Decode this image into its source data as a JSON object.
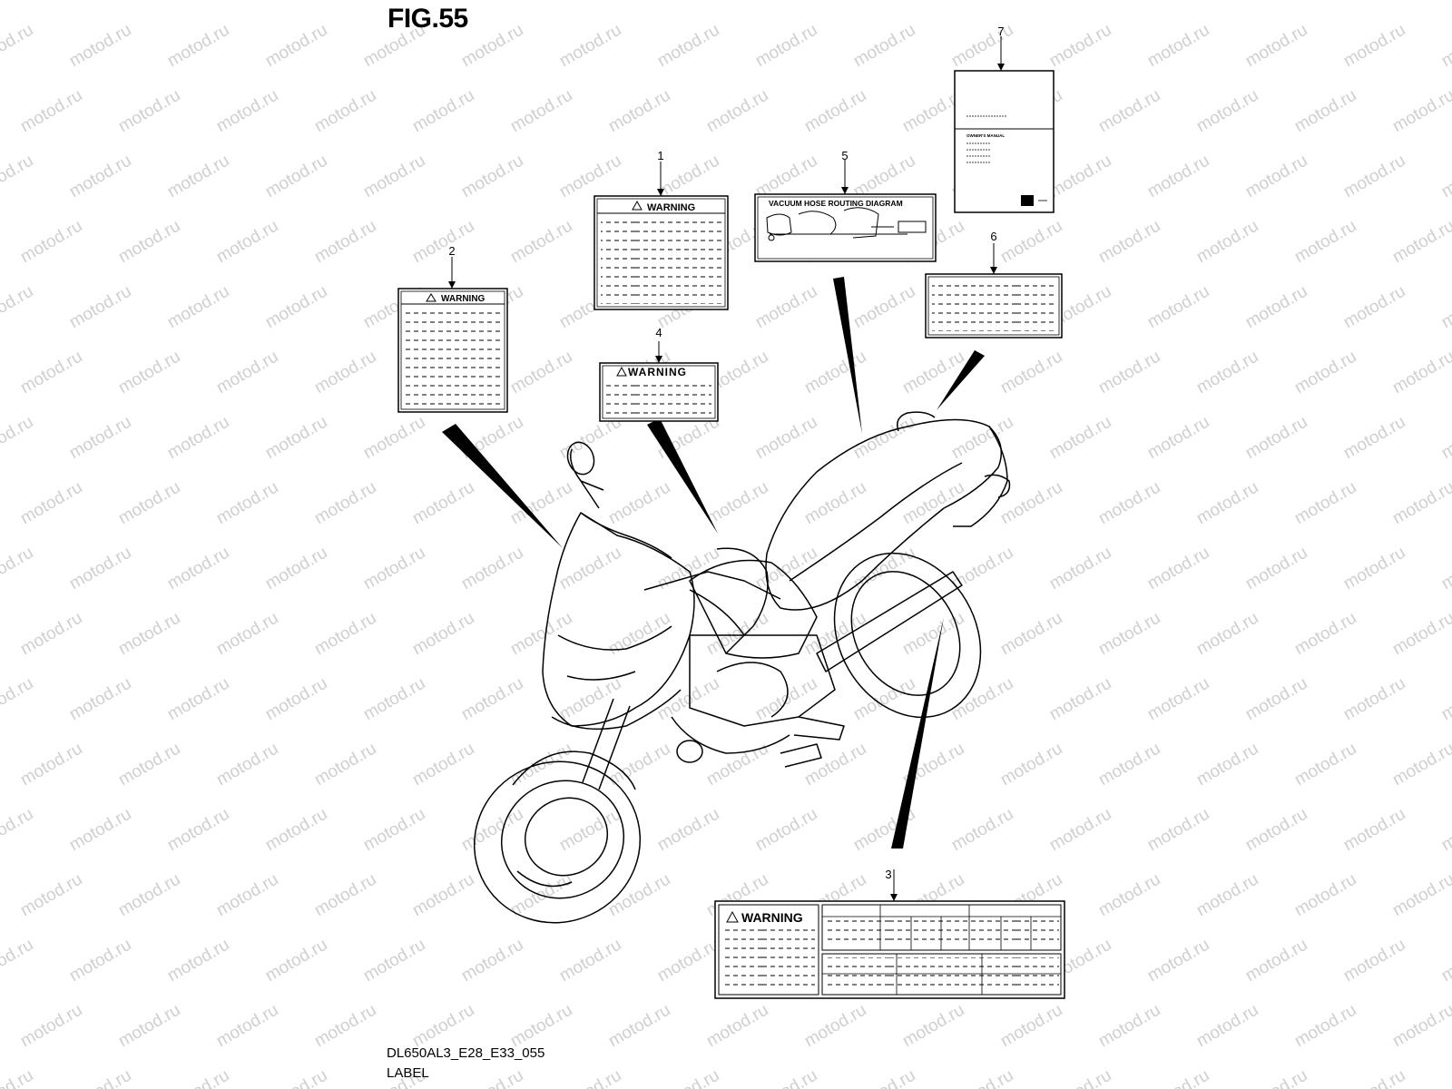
{
  "figure": {
    "title": "FIG.55",
    "code": "DL650AL3_E28_E33_055",
    "caption": "LABEL"
  },
  "watermark": "motod.ru",
  "callouts": [
    {
      "number": "1",
      "label_heading": "WARNING"
    },
    {
      "number": "2",
      "label_heading": "WARNING"
    },
    {
      "number": "3",
      "label_heading": "WARNING"
    },
    {
      "number": "4",
      "label_heading": "WARNING"
    },
    {
      "number": "5",
      "label_heading": "VACUUM HOSE ROUTING DIAGRAM"
    },
    {
      "number": "6",
      "label_heading": ""
    },
    {
      "number": "7",
      "label_heading": "OWNER'S MANUAL"
    }
  ]
}
